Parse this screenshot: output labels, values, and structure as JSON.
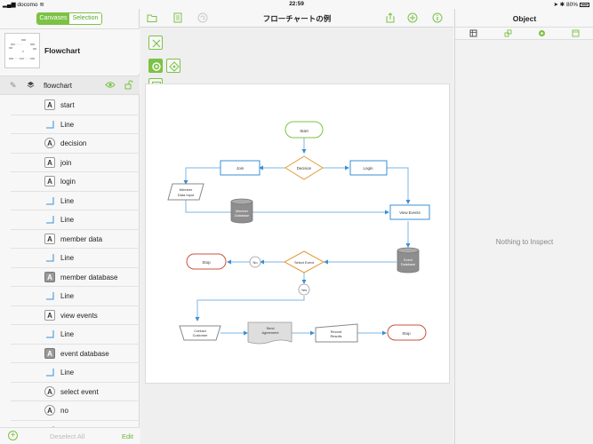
{
  "status": {
    "carrier": "docomo",
    "time": "22:59",
    "battery": "80%"
  },
  "sidebar": {
    "segments": [
      "Canvases",
      "Selection"
    ],
    "canvas_title": "Flowchart",
    "layer_name": "flowchart",
    "objects": [
      {
        "name": "start",
        "icon": "text-box-icon"
      },
      {
        "name": "Line",
        "icon": "line-icon"
      },
      {
        "name": "decision",
        "icon": "text-circle-icon"
      },
      {
        "name": "join",
        "icon": "text-box-icon"
      },
      {
        "name": "login",
        "icon": "text-box-icon"
      },
      {
        "name": "Line",
        "icon": "line-icon"
      },
      {
        "name": "Line",
        "icon": "line-icon"
      },
      {
        "name": "member data",
        "icon": "text-box-icon"
      },
      {
        "name": "Line",
        "icon": "line-icon"
      },
      {
        "name": "member database",
        "icon": "text-dark-box-icon"
      },
      {
        "name": "Line",
        "icon": "line-icon"
      },
      {
        "name": "view events",
        "icon": "text-box-icon"
      },
      {
        "name": "Line",
        "icon": "line-icon"
      },
      {
        "name": "event database",
        "icon": "text-dark-box-icon"
      },
      {
        "name": "Line",
        "icon": "line-icon"
      },
      {
        "name": "select event",
        "icon": "text-circle-icon"
      },
      {
        "name": "no",
        "icon": "text-circle-icon"
      },
      {
        "name": "Line",
        "icon": "line-icon"
      }
    ],
    "icon_letter": "A",
    "deselect_label": "Deselect All",
    "edit_label": "Edit"
  },
  "toolbar": {
    "title": "フローチャートの例"
  },
  "flowchart": {
    "start": "Start",
    "decision": "Decision",
    "join": "Join",
    "login": "Login",
    "member_data_1": "Member",
    "member_data_2": "Data Input",
    "member_db_1": "Member",
    "member_db_2": "Database",
    "view_events": "View Events",
    "event_db_1": "Event",
    "event_db_2": "Database",
    "select_event": "Select Event",
    "no": "No",
    "yes": "Yes",
    "stop1": "Stop",
    "contact_1": "Contact",
    "contact_2": "Customer",
    "send_1": "Send",
    "send_2": "Agreement",
    "record_1": "Record",
    "record_2": "Results",
    "stop2": "Stop"
  },
  "inspector": {
    "title": "Object",
    "empty_text": "Nothing to Inspect"
  },
  "colors": {
    "accent": "#7cc244",
    "blue": "#3a8fd6",
    "orange": "#e49a3b",
    "red": "#c9553f",
    "db_gray": "#8e8e8e"
  }
}
